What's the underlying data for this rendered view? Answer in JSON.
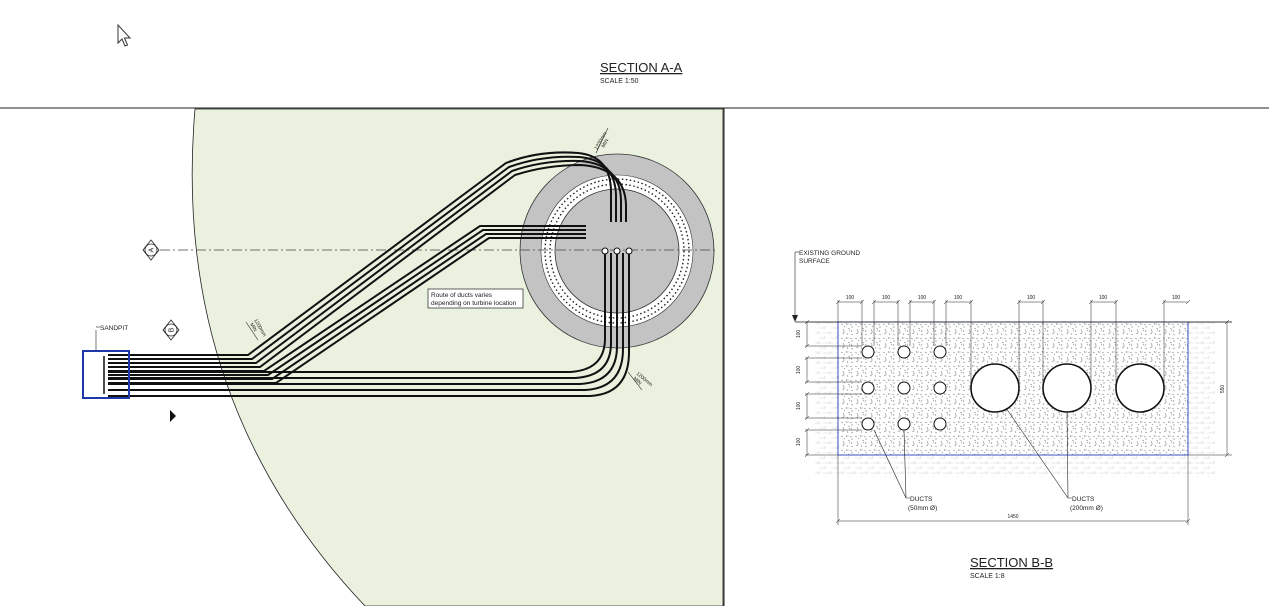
{
  "section_a": {
    "title": "SECTION A-A",
    "scale": "SCALE 1:50"
  },
  "plan": {
    "marker_a": "A",
    "marker_b": "B",
    "sandpit_label": "SANDPIT",
    "route_note_line1": "Route of ducts varies",
    "route_note_line2": "depending on turbine location",
    "bend_radius_top_l1": "1200mm",
    "bend_radius_top_l2": "MIN",
    "bend_radius_left_l1": "1200mm",
    "bend_radius_left_l2": "MIN",
    "bend_radius_right_l1": "1200mm",
    "bend_radius_right_l2": "MIN",
    "colors": {
      "zone_fill": "#eaf2df",
      "foundation": "#c3c3c3",
      "sandpit": "#1f3aa8"
    }
  },
  "section_b": {
    "title": "SECTION B-B",
    "scale": "SCALE 1:8",
    "ground_l1": "EXISTING GROUND",
    "ground_l2": "SURFACE",
    "top_dims": [
      "100",
      "100",
      "100",
      "100",
      "100",
      "100",
      "100"
    ],
    "left_dims": [
      "100",
      "100",
      "100",
      "100"
    ],
    "height_dim": "550",
    "width_dim": "1450",
    "small_ducts_l1": "DUCTS",
    "small_ducts_l2": "(50mm Ø)",
    "large_ducts_l1": "DUCTS",
    "large_ducts_l2": "(200mm Ø)",
    "colors": {
      "trench_outline": "#3b50c4"
    }
  }
}
